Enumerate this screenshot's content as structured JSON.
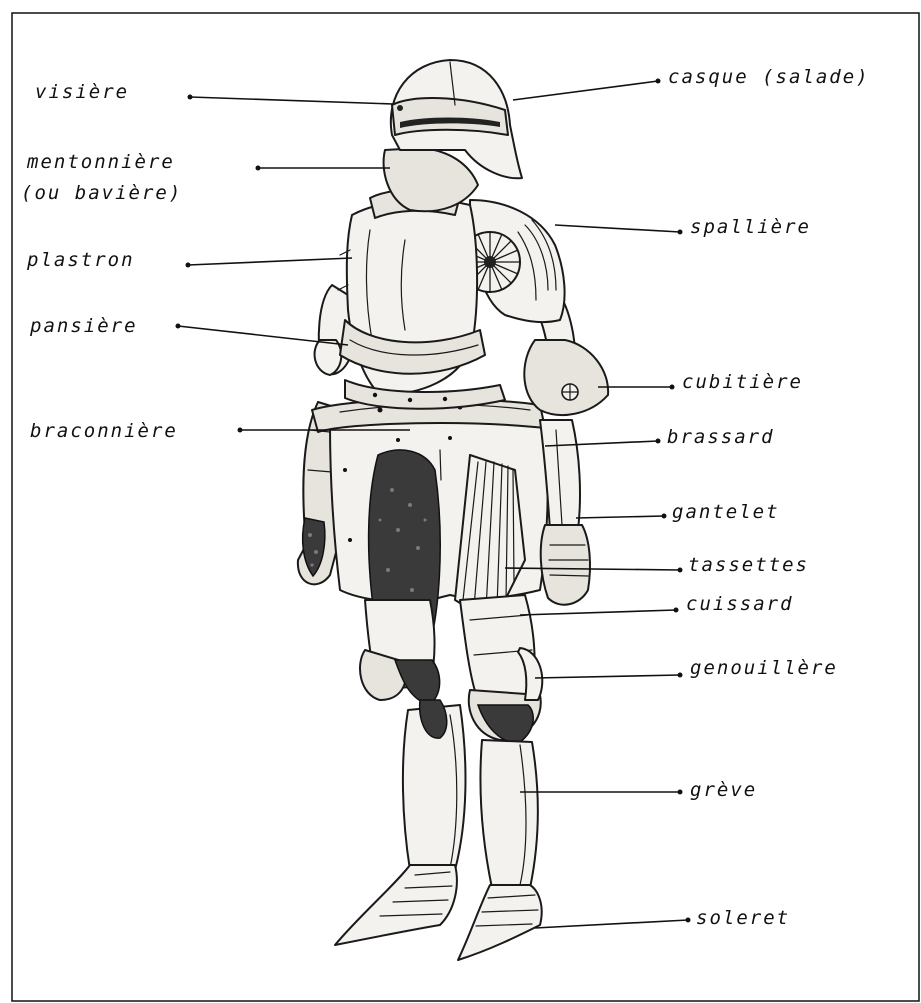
{
  "labels": {
    "visiere": "visière",
    "casque": "casque (salade)",
    "mentonniere": "mentonnière",
    "baviere": "(ou bavière)",
    "spalliere": "spallière",
    "plastron": "plastron",
    "pansiere": "pansière",
    "cubitiere": "cubitière",
    "braconniere": "braconnière",
    "brassard": "brassard",
    "gantelet": "gantelet",
    "tassettes": "tassettes",
    "cuissard": "cuissard",
    "genouillere": "genouillère",
    "greve": "grève",
    "soleret": "soleret"
  },
  "colors": {
    "ink": "#111111",
    "paper": "#ffffff"
  }
}
